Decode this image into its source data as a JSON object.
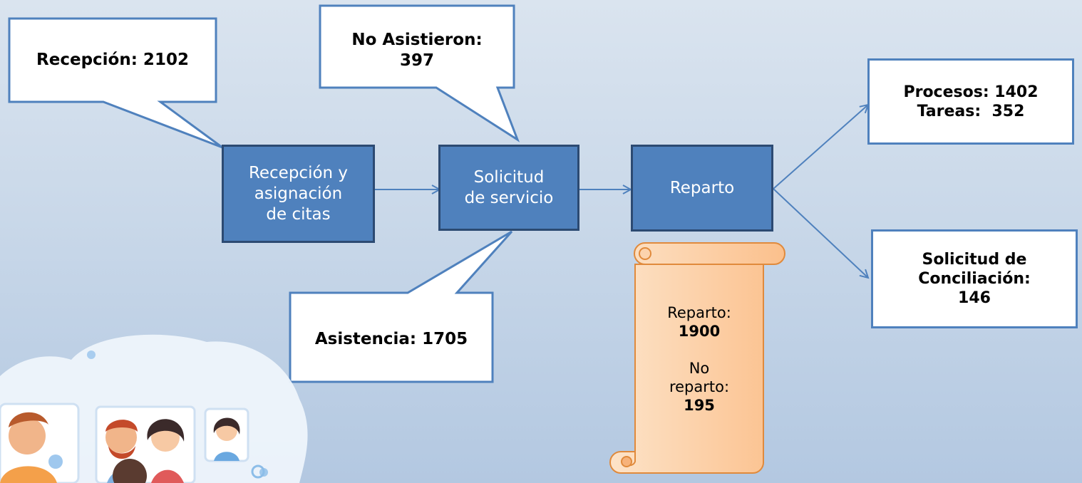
{
  "callouts": {
    "recepcion": "Recepción: 2102",
    "no_asistieron_1": "No Asistieron:",
    "no_asistieron_2": "397",
    "asistencia": "Asistencia: 1705"
  },
  "steps": {
    "recepcion_1": "Recepción y",
    "recepcion_2": "asignación",
    "recepcion_3": "de citas",
    "solicitud_1": "Solicitud",
    "solicitud_2": "de servicio",
    "reparto": "Reparto"
  },
  "scroll": {
    "reparto_label": "Reparto:",
    "reparto_value": "1900",
    "no_reparto_1": "No",
    "no_reparto_2": "reparto:",
    "no_reparto_value": "195"
  },
  "outputs": {
    "procesos": "Procesos: 1402",
    "tareas": "Tareas:  352",
    "conciliacion_1": "Solicitud de",
    "conciliacion_2": "Conciliación:",
    "conciliacion_3": "146"
  },
  "colors": {
    "process_fill": "#4f81bd",
    "process_border": "#2c4a72",
    "scroll_fill": "#fbc79a",
    "scroll_border": "#e08a3c"
  }
}
